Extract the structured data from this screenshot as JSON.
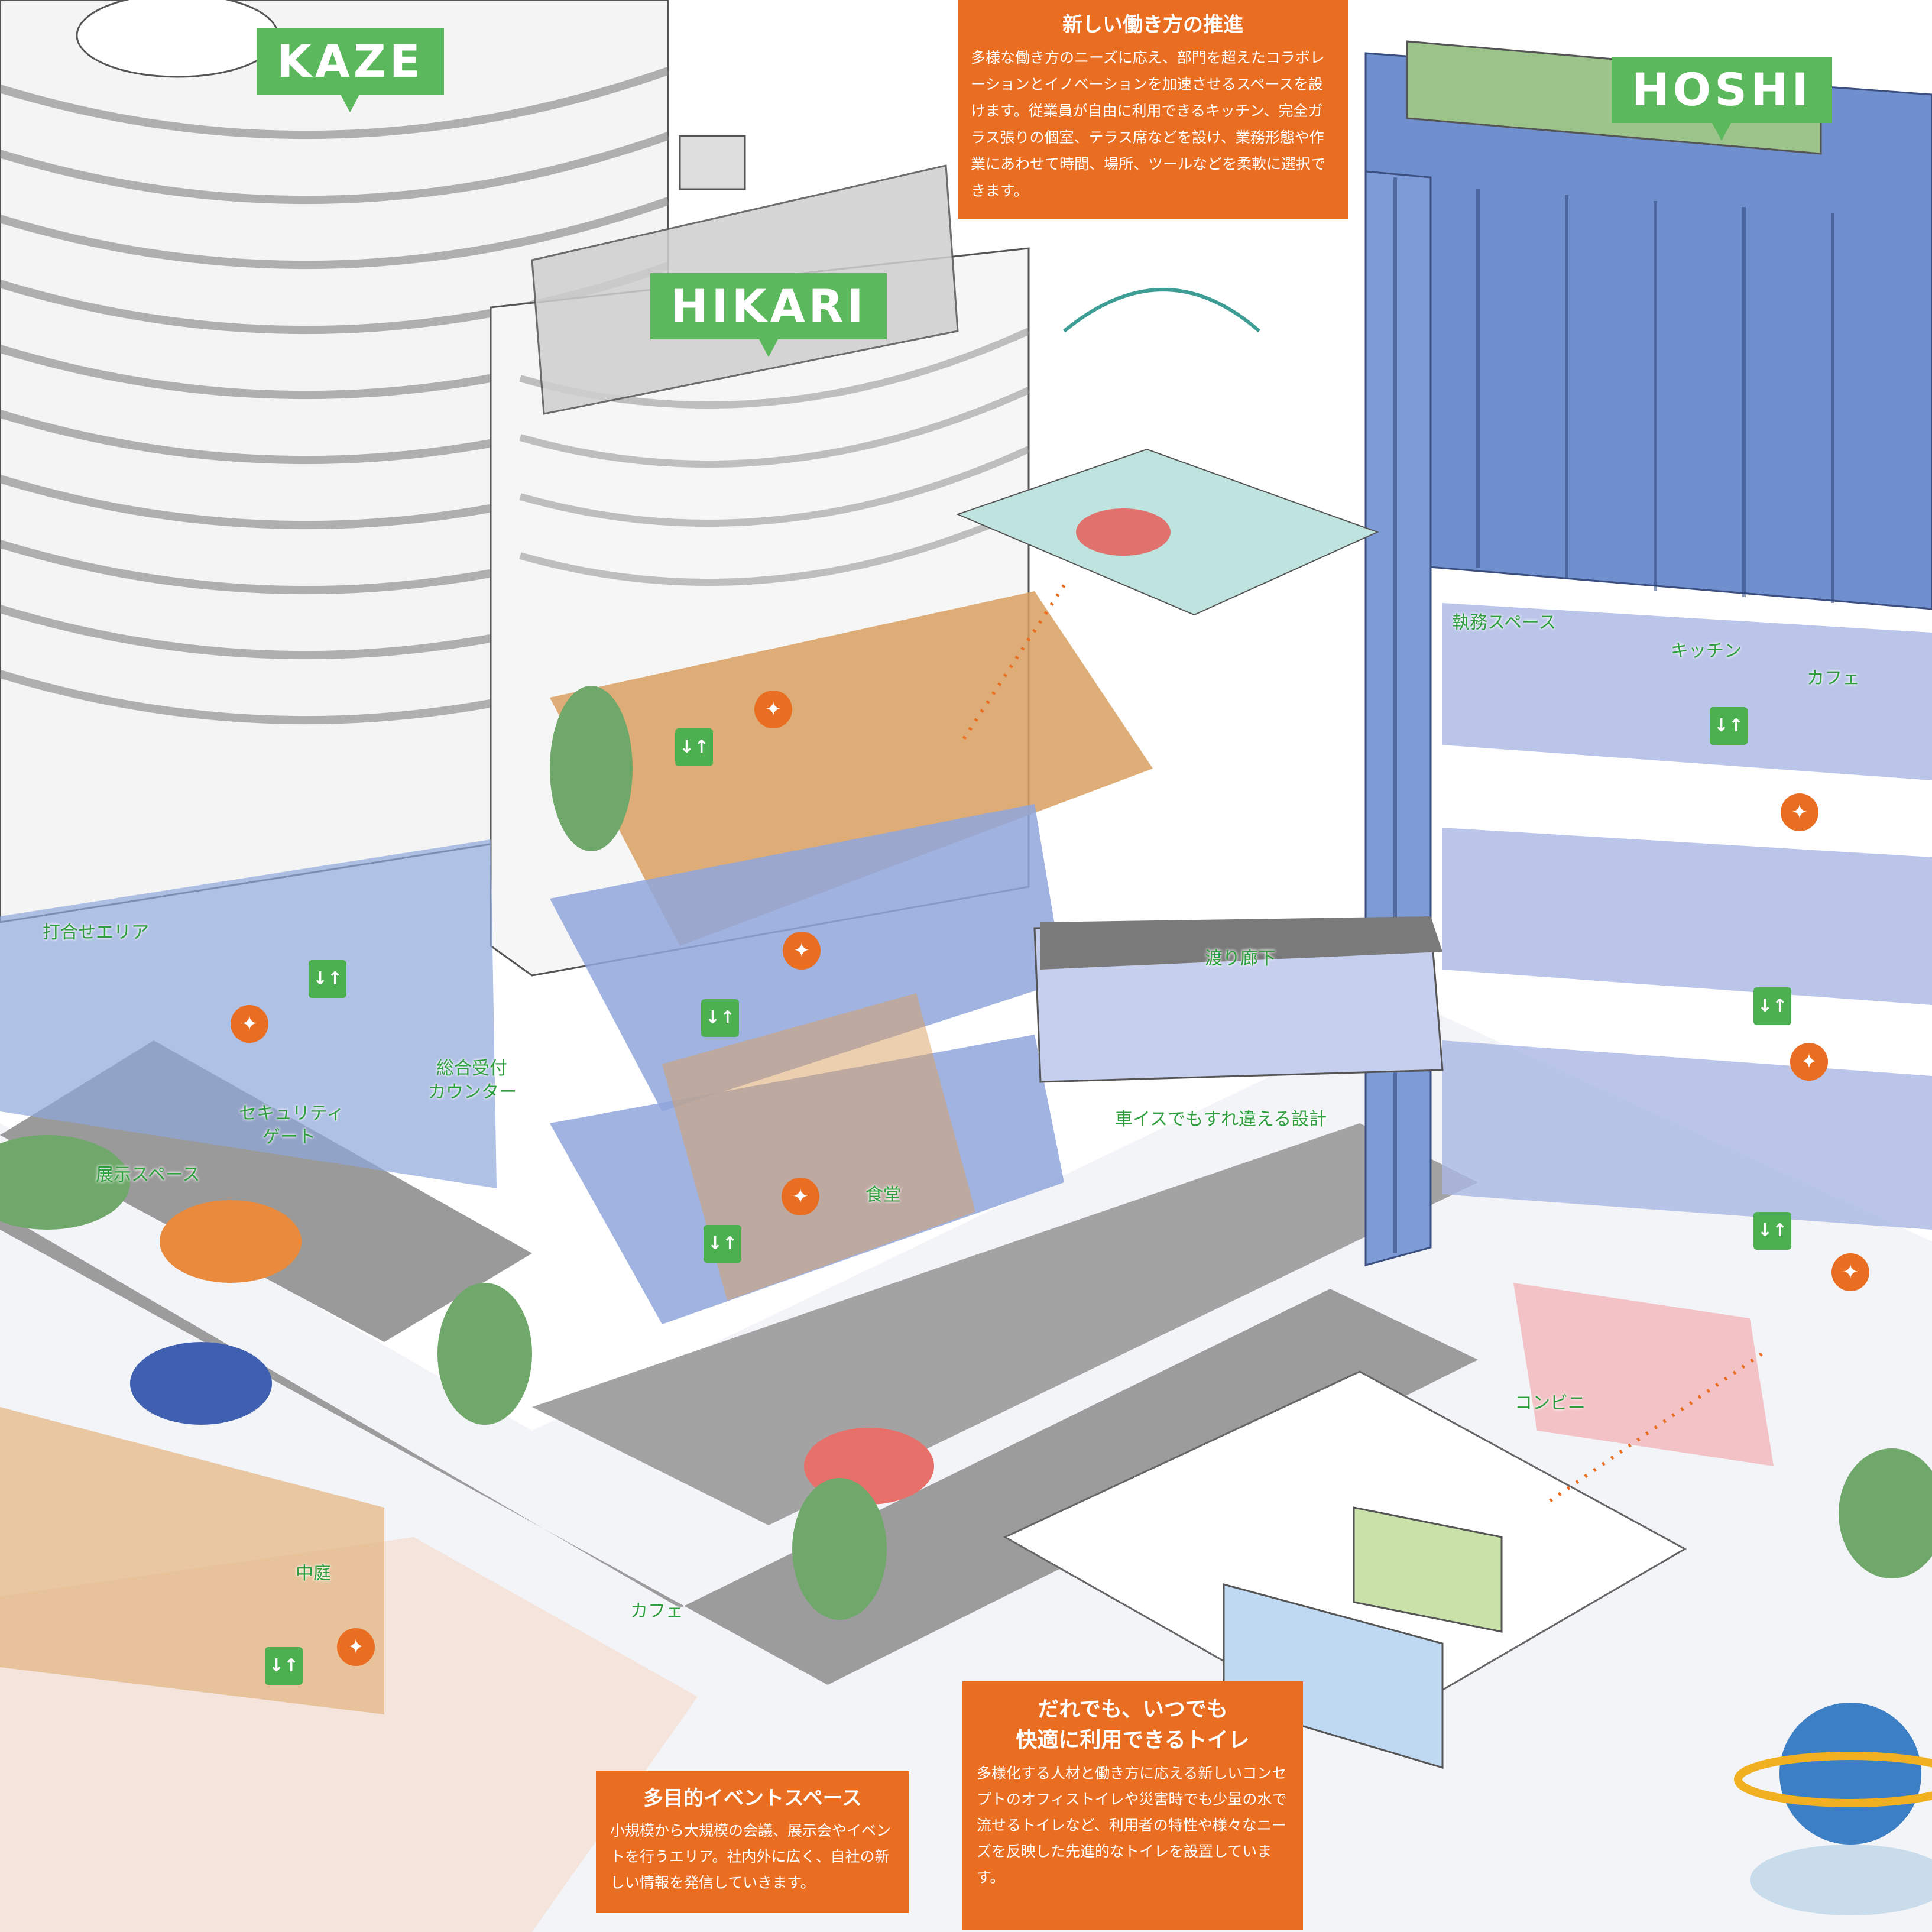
{
  "buildings": {
    "kaze": "KAZE",
    "hikari": "HIKARI",
    "hoshi": "HOSHI"
  },
  "callouts": {
    "work_style": {
      "title": "新しい働き方の推進",
      "body": "多様な働き方のニーズに応え、部門を超えたコラボレーションとイノベーションを加速させるスペースを設けます。従業員が自由に利用できるキッチン、完全ガラス張りの個室、テラス席などを設け、業務形態や作業にあわせて時間、場所、ツールなどを柔軟に選択できます。"
    },
    "event_space": {
      "title": "多目的イベントスペース",
      "body": "小規模から大規模の会議、展示会やイベントを行うエリア。社内外に広く、自社の新しい情報を発信していきます。"
    },
    "toilet": {
      "title_line1": "だれでも、いつでも",
      "title_line2": "快適に利用できるトイレ",
      "body": "多様化する人材と働き方に応える新しいコンセプトのオフィストイレや災害時でも少量の水で流せるトイレなど、利用者の特性や様々なニーズを反映した先進的なトイレを設置しています。"
    }
  },
  "labels": {
    "meeting_area": "打合せエリア",
    "security_gate_1": "セキュリティ",
    "security_gate_2": "ゲート",
    "reception_1": "総合受付",
    "reception_2": "カウンター",
    "exhibition": "展示スペース",
    "bridge": "渡り廊下",
    "wheelchair": "車イスでもすれ違える設計",
    "cafeteria": "食堂",
    "office_space": "執務スペース",
    "kitchen": "キッチン",
    "cafe_upper": "カフェ",
    "convenience_store": "コンビニ",
    "courtyard": "中庭",
    "cafe_lower": "カフェ"
  },
  "icons": {
    "restroom": "restroom-icon",
    "elevator": "elevator-icon"
  },
  "colors": {
    "accent_orange": "#ea6e22",
    "tag_green": "#5cb85c",
    "label_green": "#2e9e3e",
    "floor_blue": "#8fa6dc",
    "floor_wood": "#d9a060",
    "glass_blue": "#6f8fcf"
  }
}
